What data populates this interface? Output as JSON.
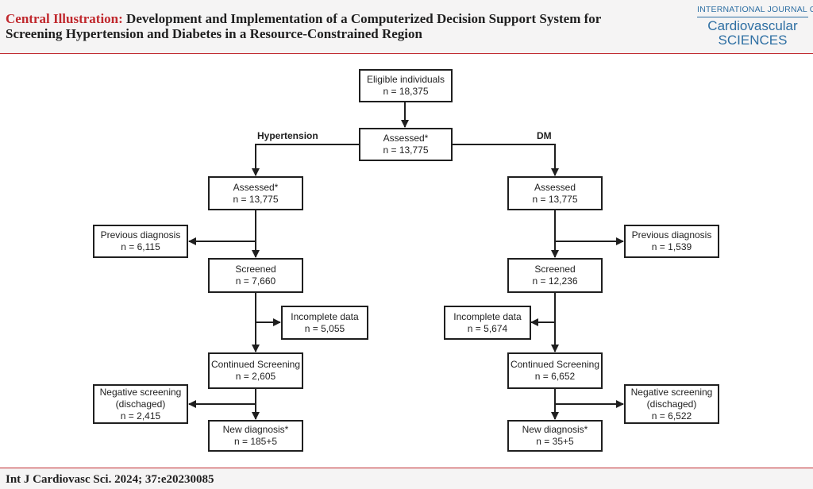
{
  "header": {
    "title_lead": "Central Illustration:",
    "title_rest": " Development and Implementation of a Computerized Decision Support System for Screening Hypertension and Diabetes in a Resource-Constrained Region",
    "journal_small": "INTERNATIONAL JOURNAL OF",
    "journal_line1": "Cardiovascular",
    "journal_line2": "SCIENCES",
    "accent_color": "#c0282d",
    "journal_color": "#2e6fa3"
  },
  "flow": {
    "eligible": {
      "label": "Eligible individuals",
      "n": "n = 18,375"
    },
    "assessed_top": {
      "label": "Assessed*",
      "n": "n = 13,775"
    },
    "branch_left": "Hypertension",
    "branch_right": "DM",
    "htn": {
      "assessed": {
        "label": "Assessed*",
        "n": "n = 13,775"
      },
      "previous": {
        "label": "Previous diagnosis",
        "n": "n = 6,115"
      },
      "screened": {
        "label": "Screened",
        "n": "n = 7,660"
      },
      "incomplete": {
        "label": "Incomplete data",
        "n": "n = 5,055"
      },
      "continued": {
        "label": "Continued Screening",
        "n": "n = 2,605"
      },
      "negative": {
        "label1": "Negative screening",
        "label2": "(dischaged)",
        "n": "n = 2,415"
      },
      "new_dx": {
        "label": "New diagnosis*",
        "n": "n = 185+5"
      }
    },
    "dm": {
      "assessed": {
        "label": "Assessed",
        "n": "n = 13,775"
      },
      "previous": {
        "label": "Previous diagnosis",
        "n": "n = 1,539"
      },
      "screened": {
        "label": "Screened",
        "n": "n = 12,236"
      },
      "incomplete": {
        "label": "Incomplete data",
        "n": "n = 5,674"
      },
      "continued": {
        "label": "Continued Screening",
        "n": "n = 6,652"
      },
      "negative": {
        "label1": "Negative screening",
        "label2": "(dischaged)",
        "n": "n = 6,522"
      },
      "new_dx": {
        "label": "New diagnosis*",
        "n": "n = 35+5"
      }
    }
  },
  "footer": {
    "citation": "Int J Cardiovasc Sci. 2024; 37:e20230085"
  }
}
